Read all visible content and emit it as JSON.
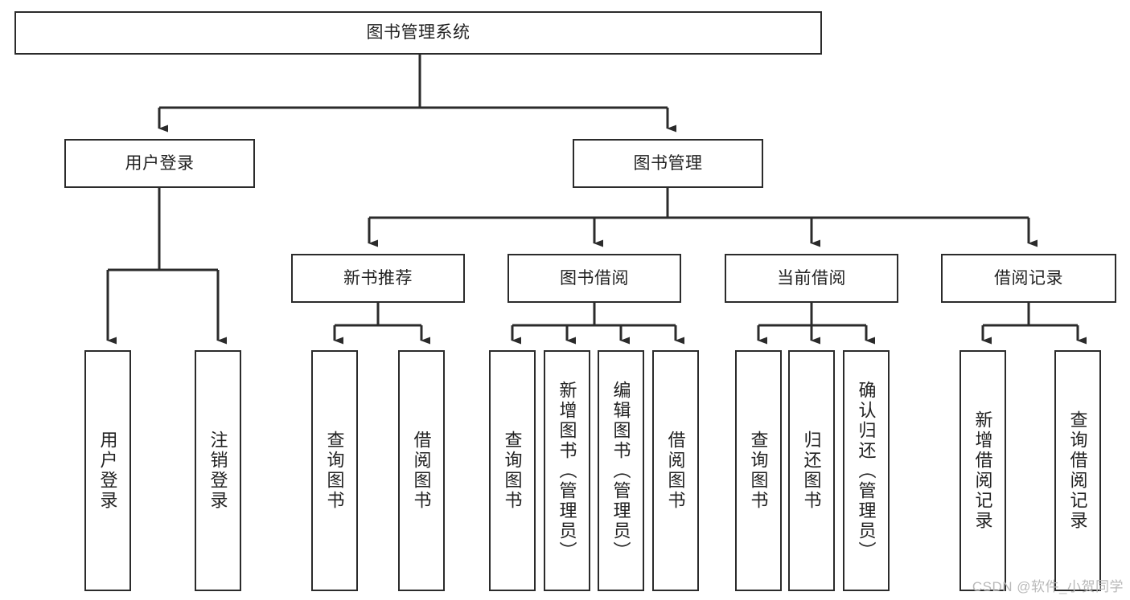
{
  "diagram": {
    "type": "tree-hierarchy",
    "title": "图书管理系统",
    "colors": {
      "box_border": "#2b2b2b",
      "box_fill": "#ffffff",
      "connector": "#2b2b2b",
      "text": "#222222",
      "watermark": "#b9b9b9"
    },
    "root": {
      "label": "图书管理系统",
      "orientation": "horizontal"
    },
    "level2": [
      {
        "label": "用户登录",
        "orientation": "horizontal"
      },
      {
        "label": "图书管理",
        "orientation": "horizontal"
      }
    ],
    "level3": [
      {
        "label": "新书推荐",
        "orientation": "horizontal"
      },
      {
        "label": "图书借阅",
        "orientation": "horizontal"
      },
      {
        "label": "当前借阅",
        "orientation": "horizontal"
      },
      {
        "label": "借阅记录",
        "orientation": "horizontal"
      }
    ],
    "leaves": {
      "user_login": [
        {
          "label": "用户登录",
          "orientation": "vertical"
        },
        {
          "label": "注销登录",
          "orientation": "vertical"
        }
      ],
      "new_book_recommend": [
        {
          "label": "查询图书",
          "orientation": "vertical"
        },
        {
          "label": "借阅图书",
          "orientation": "vertical"
        }
      ],
      "book_borrow": [
        {
          "label": "查询图书",
          "orientation": "vertical"
        },
        {
          "label": "新增图书（管理员）",
          "orientation": "vertical"
        },
        {
          "label": "编辑图书（管理员）",
          "orientation": "vertical"
        },
        {
          "label": "借阅图书",
          "orientation": "vertical"
        }
      ],
      "current_borrow": [
        {
          "label": "查询图书",
          "orientation": "vertical"
        },
        {
          "label": "归还图书",
          "orientation": "vertical"
        },
        {
          "label": "确认归还（管理员）",
          "orientation": "vertical"
        }
      ],
      "borrow_record": [
        {
          "label": "新增借阅记录",
          "orientation": "vertical"
        },
        {
          "label": "查询借阅记录",
          "orientation": "vertical"
        }
      ]
    }
  },
  "watermark": {
    "text": "CSDN @软件_小贺同学"
  }
}
